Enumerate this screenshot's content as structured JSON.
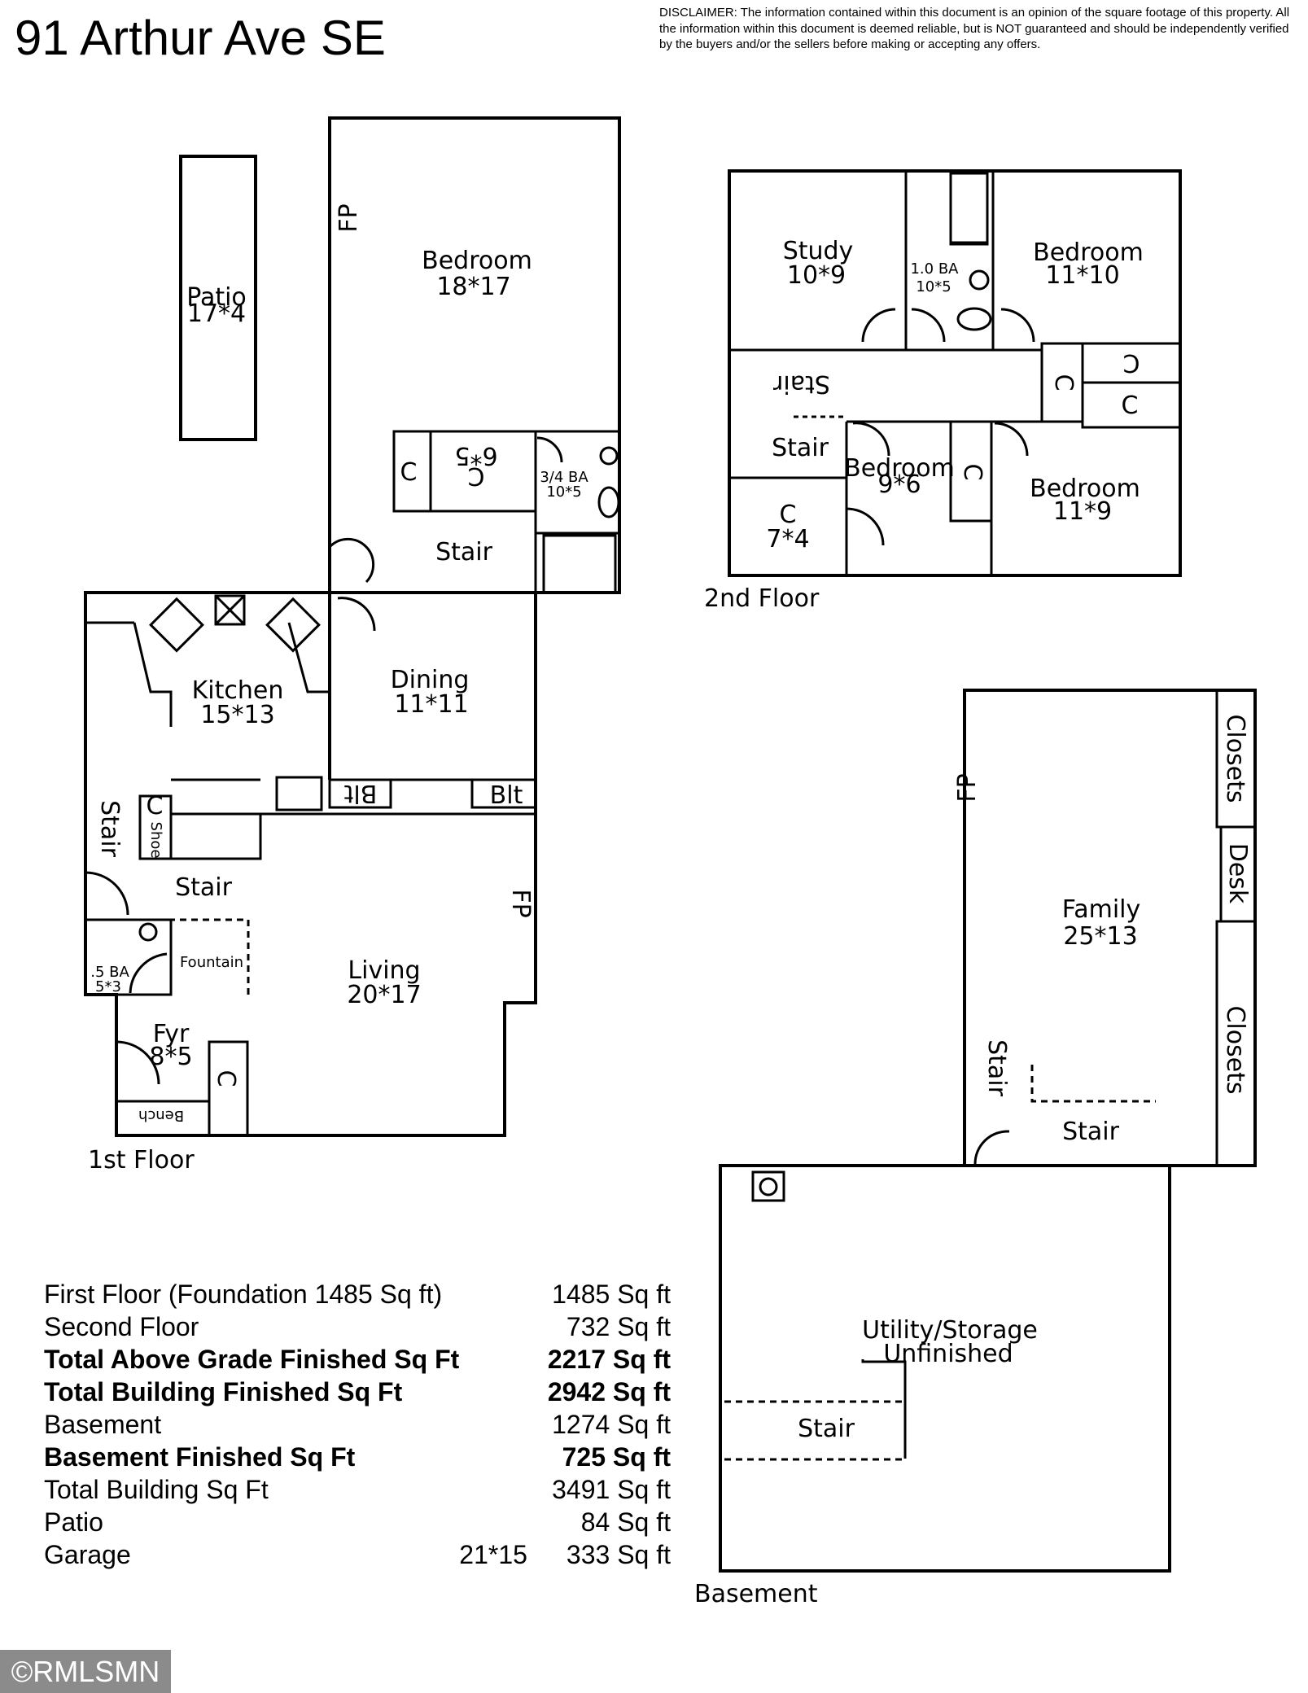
{
  "title": "91 Arthur Ave SE",
  "disclaimer": "DISCLAIMER: The information contained within this document is an opinion of the square footage of this property. All the information within this document is deemed reliable, but is NOT guaranteed and should be independently verified by the buyers and/or the sellers before making or accepting any offers.",
  "watermark": "©RMLSMN",
  "first_floor": {
    "label": "1st Floor",
    "rooms": [
      {
        "name": "Patio",
        "dims": "17*4"
      },
      {
        "name": "Bedroom",
        "dims": "18*17"
      },
      {
        "name": "Kitchen",
        "dims": "15*13"
      },
      {
        "name": "Dining",
        "dims": "11*11"
      },
      {
        "name": "Living",
        "dims": "20*17"
      },
      {
        "name": "Fyr",
        "dims": "8*5"
      },
      {
        "name": ".5 BA",
        "dims": "5*3"
      },
      {
        "name": "3/4 BA",
        "dims": "10*5"
      },
      {
        "name": "C",
        "dims": "6*5"
      }
    ],
    "labels": {
      "fp": "FP",
      "stair": "Stair",
      "closet": "C",
      "blt": "Blt",
      "shoe": "Shoe",
      "fountain": "Fountain",
      "bench": "Bench"
    }
  },
  "second_floor": {
    "label": "2nd Floor",
    "rooms": [
      {
        "name": "Study",
        "dims": "10*9"
      },
      {
        "name": "1.0 BA",
        "dims": "10*5"
      },
      {
        "name": "Bedroom",
        "dims": "11*10"
      },
      {
        "name": "Bedroom",
        "dims": "9*6"
      },
      {
        "name": "Bedroom",
        "dims": "11*9"
      },
      {
        "name": "C",
        "dims": "7*4"
      }
    ],
    "labels": {
      "stair": "Stair",
      "closet": "C"
    }
  },
  "basement": {
    "label": "Basement",
    "rooms": [
      {
        "name": "Family",
        "dims": "25*13"
      },
      {
        "name": "Utility/Storage",
        "dims": "Unfinished"
      }
    ],
    "labels": {
      "fp": "FP",
      "stair": "Stair",
      "closets": "Closets",
      "desk": "Desk"
    }
  },
  "sqft_table": [
    {
      "label": "First Floor (Foundation 1485 Sq ft)",
      "extra": "",
      "value": "1485 Sq ft",
      "bold": false
    },
    {
      "label": "Second Floor",
      "extra": "",
      "value": "732 Sq ft",
      "bold": false
    },
    {
      "label": "Total Above Grade Finished Sq Ft",
      "extra": "",
      "value": "2217 Sq ft",
      "bold": true
    },
    {
      "label": "Total Building Finished Sq Ft",
      "extra": "",
      "value": "2942 Sq ft",
      "bold": true
    },
    {
      "label": "Basement",
      "extra": "",
      "value": "1274 Sq ft",
      "bold": false
    },
    {
      "label": "Basement Finished Sq Ft",
      "extra": "",
      "value": "725 Sq ft",
      "bold": true
    },
    {
      "label": "Total Building Sq Ft",
      "extra": "",
      "value": "3491 Sq ft",
      "bold": false
    },
    {
      "label": "Patio",
      "extra": "",
      "value": "84 Sq ft",
      "bold": false
    },
    {
      "label": "Garage",
      "extra": "21*15",
      "value": "333 Sq ft",
      "bold": false
    }
  ]
}
